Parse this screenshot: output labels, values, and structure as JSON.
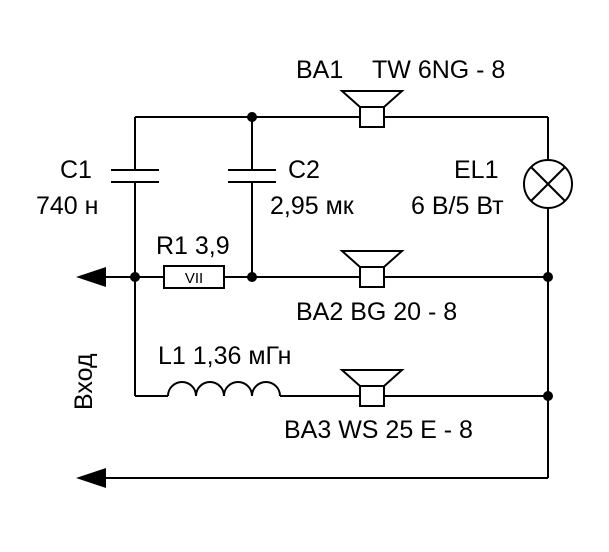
{
  "labels": {
    "ba1": "BA1",
    "ba1_type": "TW 6NG - 8",
    "c1": "C1",
    "c1_value": "740 н",
    "c2": "C2",
    "c2_value": "2,95 мк",
    "el1": "EL1",
    "el1_value": "6 В/5 Вт",
    "r1": "R1  3,9",
    "r1_body": "VII",
    "ba2": "BA2  BG 20 - 8",
    "l1": "L1  1,36 мГн",
    "ba3": "BA3  WS 25 E - 8",
    "input": "Вход"
  }
}
